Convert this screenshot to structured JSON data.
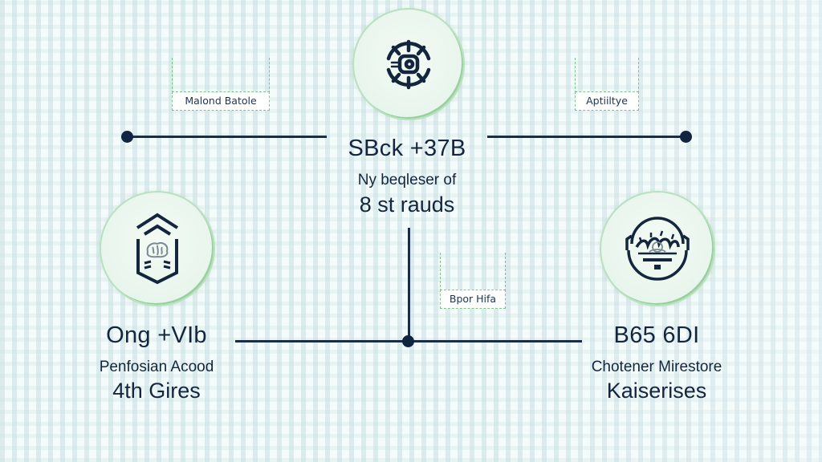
{
  "diagram": {
    "colors": {
      "line": "#1b2d44",
      "node_fill": "#e8f5ec",
      "node_ring": "#56b25c",
      "tag_border": "#7cc48c",
      "text": "#13263d",
      "background": "#f4fbfb"
    },
    "top_node": {
      "icon": "gear-wheel-icon",
      "title": "SBck +37B",
      "subtitle": "Ny beqleser of",
      "detail": "8 st rauds"
    },
    "left_node": {
      "icon": "shield-brain-icon",
      "title": "Ong +VIb",
      "subtitle": "Penfosian Acood",
      "detail": "4th Gires"
    },
    "right_node": {
      "icon": "emblem-seal-icon",
      "title": "B65 6DI",
      "subtitle": "Chotener Mirestore",
      "detail": "Kaiserises"
    },
    "tags": {
      "top_left": "Malond Batole",
      "top_right": "Aptiiltye",
      "center": "Bpor Hifa"
    }
  }
}
